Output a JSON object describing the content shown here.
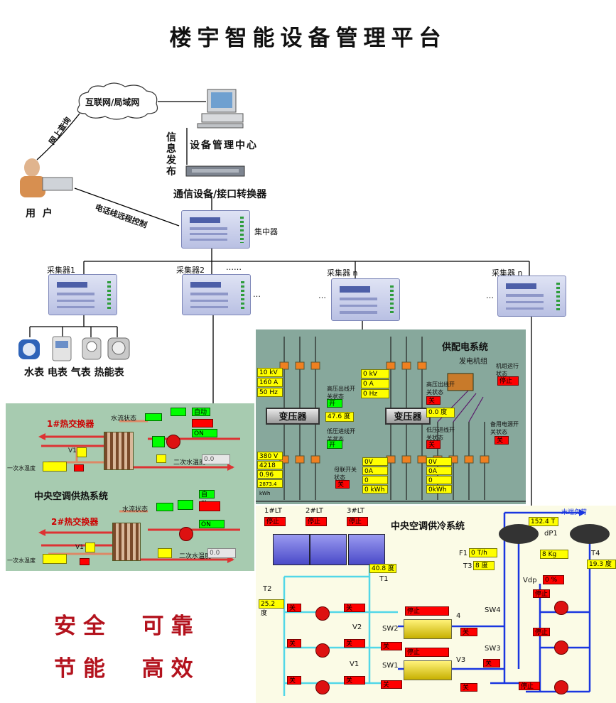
{
  "title": "楼宇智能设备管理平台",
  "network": {
    "internet": "互联网/局域网",
    "online_query": "网上查询",
    "info_publish": "信息发布",
    "center": "设备管理中心",
    "converter": "通信设备/接口转换器",
    "user": "用  户",
    "phone_control": "电话线远程控制",
    "concentrator": "集中器",
    "collector1": "采集器1",
    "collector2": "采集器2",
    "collector_n1": "采集器 n",
    "collector_n2": "采集器 n",
    "dots": "……",
    "ellipsis": "…",
    "meters": "水表 电表 气表 热能表"
  },
  "heating": {
    "hx1": "1#热交换器",
    "hx2": "2#热交换器",
    "title": "中央空调供热系统",
    "water_flow1": "水流状态",
    "water_flow2": "水流状态",
    "auto1": "自动",
    "auto2": "自动",
    "on1": "ON",
    "on2": "ON",
    "v1a": "V1",
    "v1b": "V1",
    "primary1": "一次水温度",
    "primary2": "一次水温度",
    "secondary1": "二次水温度",
    "secondary2": "二次水温度",
    "sec_val1": "0.0",
    "sec_val2": "0.0"
  },
  "power": {
    "title": "供配电系统",
    "generator": "发电机组",
    "gen_state": "机组运行状态",
    "stop": "停止",
    "transformer1": "变压器",
    "transformer2": "变压器",
    "left_readings": [
      "10 kV",
      "160 A",
      "50 Hz"
    ],
    "mid_readings": [
      "0 kV",
      "0 A",
      "0 Hz"
    ],
    "hv_switch1": "高压出线开关状态",
    "hv_switch2": "高压出线开关状态",
    "open1": "开",
    "close1": "关",
    "temp_val": "47.6 度",
    "temp2": "0.0 度",
    "lv_switch1": "低压进线开关状态",
    "lv_switch2": "低压进线开关状态",
    "open2": "开",
    "close2": "关",
    "backup_switch": "备用电源开关状态",
    "close3": "关",
    "bus_switch": "母联开关状态",
    "close4": "关",
    "lower_left": [
      "380 V",
      "4218 A",
      "0.96",
      "2873.4 kWh"
    ],
    "lower_mid": [
      "0V",
      "0A",
      "0",
      "0 kWh"
    ],
    "lower_mid2": [
      "0V",
      "0A",
      "0",
      "0kWh"
    ]
  },
  "cooling": {
    "title": "中央空调供冷系统",
    "lt1": "1#LT",
    "lt2": "2#LT",
    "lt3": "3#LT",
    "stop": "停止",
    "far_end": "末端负荷",
    "pressure_val": "152.4 T",
    "dp1": "dP1",
    "f1": "F1",
    "f1_val": "0 T/h",
    "t3": "T3",
    "t3_val": "8 度",
    "kg_val": "8 Kg",
    "vdp": "Vdp",
    "pct_val": "0 %",
    "t4": "T4",
    "t4_val": "19.3 度",
    "t1": "T1",
    "t1_val": "40.8 度",
    "t2": "T2",
    "t2_val": "25.2 度",
    "v2": "V2",
    "v1": "V1",
    "v3": "V3",
    "sw1": "SW1",
    "sw2": "SW2",
    "sw3": "SW3",
    "sw4": "SW4",
    "n4": "4",
    "close": "关"
  },
  "slogans": {
    "line1": "安全  可靠",
    "line2": "节能  高效"
  }
}
